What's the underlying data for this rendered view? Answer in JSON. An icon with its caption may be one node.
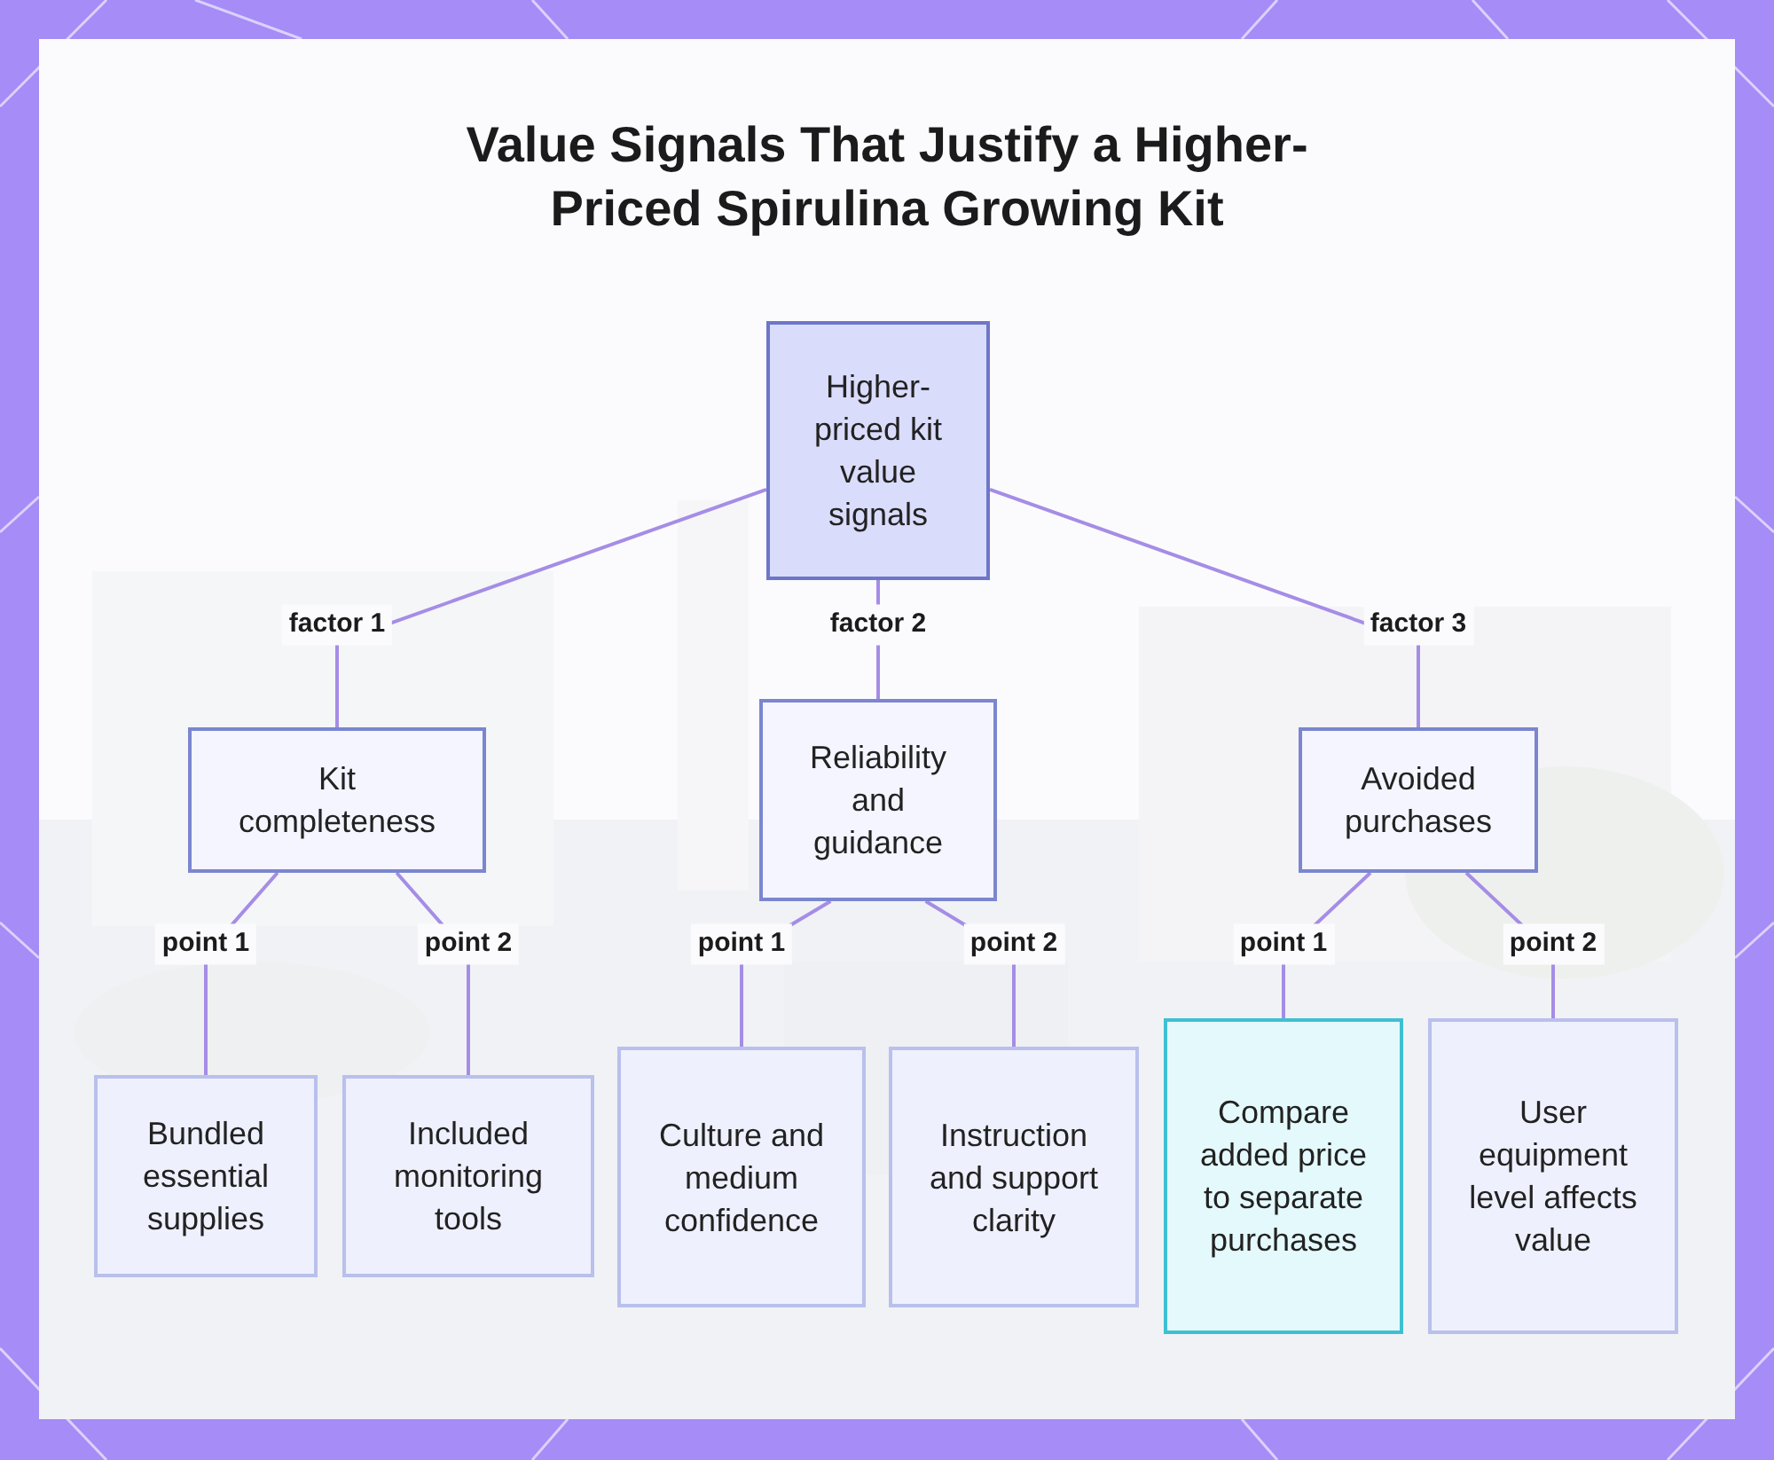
{
  "diagram": {
    "title": "Value Signals That Justify a Higher-Priced Spirulina Growing Kit",
    "nodes": [
      {
        "text": [
          "Higher-priced kit value signals"
        ]
      },
      {
        "text": [
          "Kit completeness"
        ]
      },
      {
        "text": [
          "Reliability and guidance"
        ]
      },
      {
        "text": [
          "Avoided purchases"
        ]
      },
      {
        "text": [
          "Bundled essential supplies"
        ]
      },
      {
        "text": [
          "Included monitoring tools"
        ]
      },
      {
        "text": [
          "Culture and medium confidence"
        ]
      },
      {
        "text": [
          "Instruction and support clarity"
        ]
      },
      {
        "text": [
          "Compare added price to separate purchases"
        ]
      },
      {
        "text": [
          "User equipment level affects value"
        ]
      }
    ],
    "edges": [
      {
        "from": 0,
        "to": 1,
        "arrow": "none",
        "label": "factor 1"
      },
      {
        "from": 0,
        "to": 2,
        "arrow": "none",
        "label": "factor 2"
      },
      {
        "from": 0,
        "to": 3,
        "arrow": "none",
        "label": "factor 3"
      },
      {
        "from": 1,
        "to": 4,
        "arrow": "none",
        "label": "point 1"
      },
      {
        "from": 1,
        "to": 5,
        "arrow": "none",
        "label": "point 2"
      },
      {
        "from": 2,
        "to": 6,
        "arrow": "none",
        "label": "point 1"
      },
      {
        "from": 2,
        "to": 7,
        "arrow": "none",
        "label": "point 2"
      },
      {
        "from": 3,
        "to": 8,
        "arrow": "none",
        "label": "point 1"
      },
      {
        "from": 3,
        "to": 9,
        "arrow": "none",
        "label": "point 2"
      }
    ]
  }
}
